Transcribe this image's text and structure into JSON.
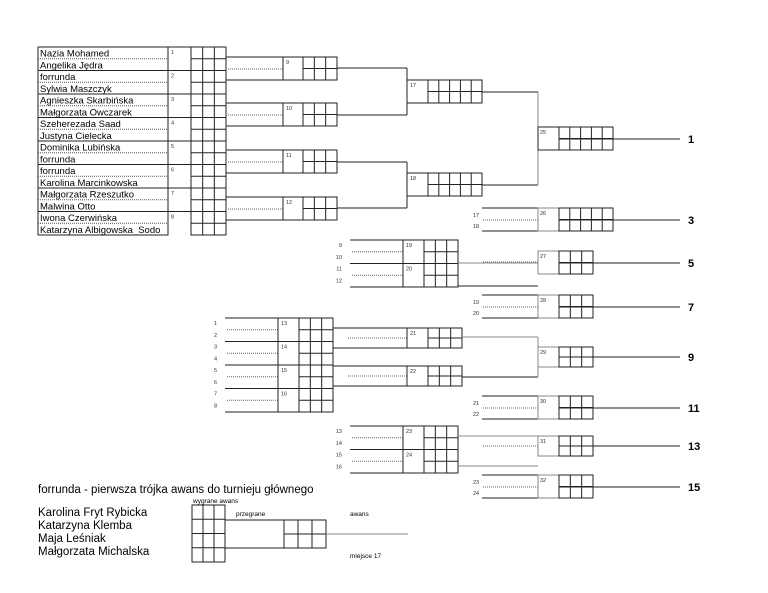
{
  "round1": {
    "players": [
      "Nazia Mohamed",
      "Angelika Jędra",
      "forrunda",
      "Sylwia Maszczyk",
      "Agnieszka Skarbińska",
      "Małgorzata Owczarek",
      "Szeherezada Saad",
      "Justyna Cielecka",
      "Dominika Lubińska",
      "forrunda",
      "forrunda",
      "Karolina Marcinkowska",
      "Małgorzata Rzeszutko",
      "Malwina Otto",
      "Iwona Czerwińska",
      "Katarzyna Albigowska_Sodo"
    ],
    "matches": [
      "1",
      "2",
      "3",
      "4",
      "5",
      "6",
      "7",
      "8"
    ]
  },
  "round2_matches": [
    "9",
    "10",
    "11",
    "12"
  ],
  "round3_matches": [
    "17",
    "18"
  ],
  "final_match": "25",
  "final_place": "1",
  "match26": {
    "number": "26",
    "seeds": [
      "17",
      "18"
    ],
    "place": "3"
  },
  "losers_block1": {
    "seeds": [
      "9",
      "10",
      "11",
      "12"
    ],
    "matches": [
      "19",
      "20"
    ]
  },
  "match27": {
    "number": "27",
    "place": "5"
  },
  "match28": {
    "number": "28",
    "seeds": [
      "19",
      "20"
    ],
    "place": "7"
  },
  "losers_block2": {
    "seeds": [
      "1",
      "2",
      "3",
      "4",
      "5",
      "6",
      "7",
      "8"
    ],
    "matches": [
      "13",
      "14",
      "15",
      "16"
    ]
  },
  "losers_block2_next": [
    "21",
    "22"
  ],
  "match29": {
    "number": "29",
    "place": "9"
  },
  "match30": {
    "number": "30",
    "seeds": [
      "21",
      "22"
    ],
    "place": "11"
  },
  "losers_block3": {
    "seeds": [
      "13",
      "14",
      "15",
      "16"
    ],
    "matches": [
      "23",
      "24"
    ]
  },
  "match31": {
    "number": "31",
    "place": "13"
  },
  "match32": {
    "number": "32",
    "seeds": [
      "23",
      "24"
    ],
    "place": "15"
  },
  "footer": {
    "title": "forrunda - pierwsza trójka awans do turnieju głównego",
    "players": [
      "Karolina Fryt Rybicka",
      "Katarzyna Klemba",
      "Maja Leśniak",
      "Małgorzata Michalska"
    ],
    "col_won_advance": "wygrane awans",
    "col_lost": "przegrane",
    "advance_label": "awans",
    "place_label": "miejsce 17"
  }
}
